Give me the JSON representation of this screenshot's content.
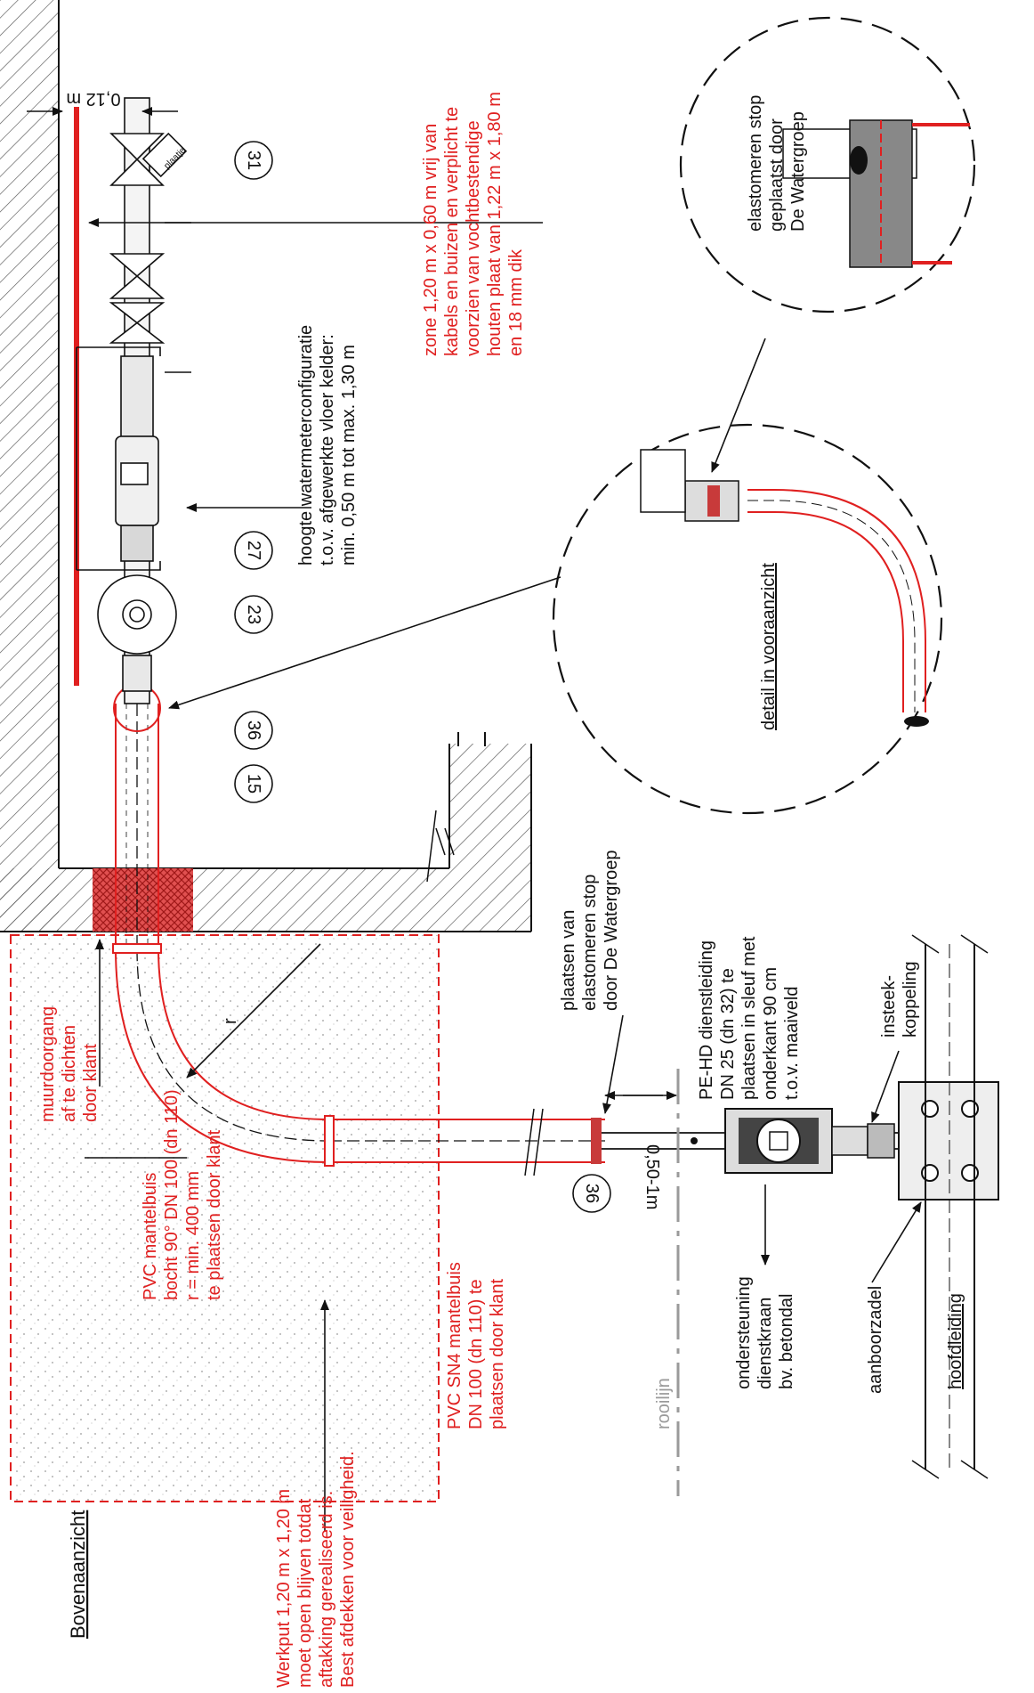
{
  "view_title": "Bovenaanzicht",
  "detail_title": "detail in vooraanzicht",
  "dimensions": {
    "wall_distance": "0,12 m",
    "trench_offset": "0,50-1m"
  },
  "callouts": [
    "31",
    "27",
    "23",
    "36",
    "15",
    "36"
  ],
  "labels": {
    "zone": [
      "zone 1,20 m x 0,60 m vrij van",
      "kabels en buizen en verplicht te",
      "voorzien van vochtbestendige",
      "houten plaat van 1,22 m x 1,80 m",
      "en 18 mm dik"
    ],
    "meter_height": [
      "hoogte watermeterconfiguratie",
      "t.o.v. afgewerkte vloer kelder:",
      "min. 0,50 m tot max. 1,30 m"
    ],
    "elastomer_detail": [
      "elastomeren stop",
      "geplaatst door",
      "De Watergroep"
    ],
    "plaatje": "plaatje",
    "radius": "r",
    "wall_seal": [
      "muurdoorgang",
      "af te dichten",
      "door klant"
    ],
    "pvc_bend": [
      "PVC mantelbuis",
      "bocht 90° DN 100 (dn 110)",
      "r = min. 400 mm",
      "te plaatsen door klant"
    ],
    "elastomer_place": [
      "plaatsen van",
      "elastomeren stop",
      "door De Watergroep"
    ],
    "pehd": [
      "PE-HD dienstleiding",
      "DN 25 (dn 32) te",
      "plaatsen in sleuf met",
      "onderkant 90 cm",
      "t.o.v. maaiveld"
    ],
    "insteek": [
      "insteek-",
      "koppeling"
    ],
    "pvc_sn4": [
      "PVC SN4 mantelbuis",
      "DN 100 (dn 110) te",
      "plaatsen door klant"
    ],
    "rooilijn": "rooilijn",
    "ondersteuning": [
      "ondersteuning",
      "dienstkraan",
      "bv. betondal"
    ],
    "aanboorzadel": "aanboorzadel",
    "hoofdleiding": "hoofdleiding",
    "werkput": [
      "Werkput 1,20 m x 1,20 m",
      "moet open blijven totdat",
      "aftakking gerealiseerd is.",
      "Best afdekken voor veiligheid."
    ]
  },
  "colors": {
    "line": "#111111",
    "accent_red": "#e02020",
    "hatch": "#555555",
    "seal": "#c83a3a",
    "grey_text": "#9a9a9a"
  }
}
